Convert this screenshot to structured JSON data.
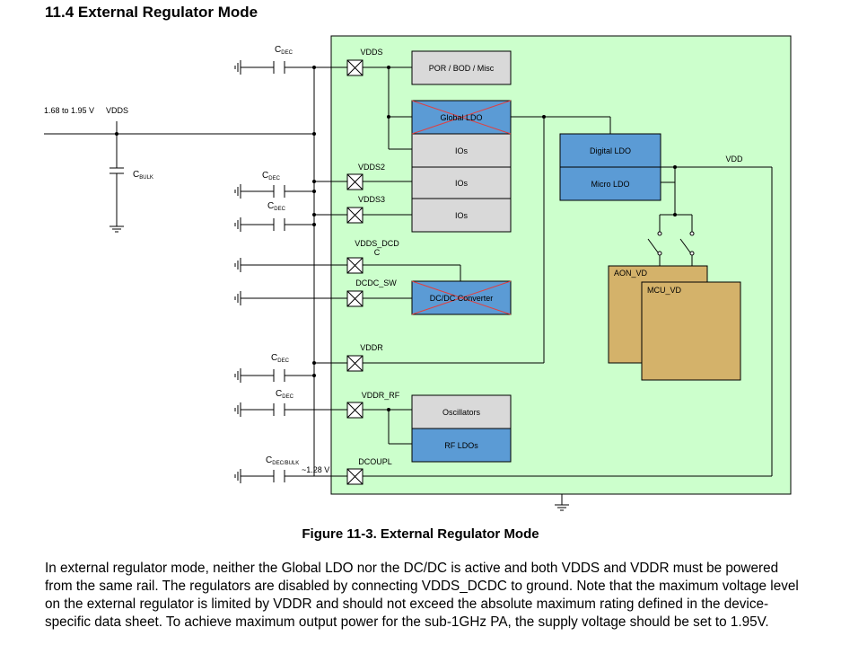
{
  "page": {
    "heading": "11.4 External Regulator Mode",
    "caption": "Figure 11-3. External Regulator Mode",
    "paragraph": "In external regulator mode, neither the Global LDO nor the DC/DC is active and both VDDS and VDDR must be powered from the same rail. The regulators are disabled by connecting VDDS_DCDC to ground. Note that the maximum voltage level on the external regulator is limited by VDDR and should not exceed the absolute maximum rating defined in the device-specific data sheet. To achieve maximum output power for the sub-1GHz PA, the supply voltage should be set to 1.95V."
  },
  "diagram": {
    "supply_range": "1.68 to 1.95 V",
    "supply_name": "VDDS",
    "cap_labels": {
      "vdds": "C",
      "vdds_sub": "DEC",
      "bulk": "C",
      "bulk_sub": "BULK",
      "vdds2": "C",
      "vdds2_sub": "DEC",
      "vdds3": "C",
      "vdds3_sub": "DEC",
      "vddr": "C",
      "vddr_sub": "DEC",
      "vddr_rf": "C",
      "vddr_rf_sub": "DEC",
      "dcoupl": "C",
      "dcoupl_sub": "DEC/BULK",
      "dcoupl_voltage": "~1.28 V"
    },
    "pins": {
      "vdds": "VDDS",
      "vdds2": "VDDS2",
      "vdds3": "VDDS3",
      "vdds_dcdc_1": "VDDS_DCD",
      "vdds_dcdc_2": "C",
      "dcdc_sw": "DCDC_SW",
      "vddr": "VDDR",
      "vddr_rf": "VDDR_RF",
      "dcoupl": "DCOUPL"
    },
    "blocks": {
      "por": "POR / BOD / Misc",
      "global_ldo": "Global LDO",
      "ios_1": "IOs",
      "ios_2": "IOs",
      "ios_3": "IOs",
      "dcdc": "DC/DC Converter",
      "digital_ldo": "Digital LDO",
      "micro_ldo": "Micro LDO",
      "oscillators": "Oscillators",
      "rf_ldos": "RF LDOs",
      "aon_vd": "AON_VD",
      "mcu_vd": "MCU_VD",
      "vdd": "VDD"
    },
    "colors": {
      "chip_fill": "#ccffcc",
      "gray_block": "#d9d9d9",
      "blue_block": "#5b9bd5",
      "gold_block": "#d4b26a",
      "disabled_cross": "#e04040"
    }
  }
}
